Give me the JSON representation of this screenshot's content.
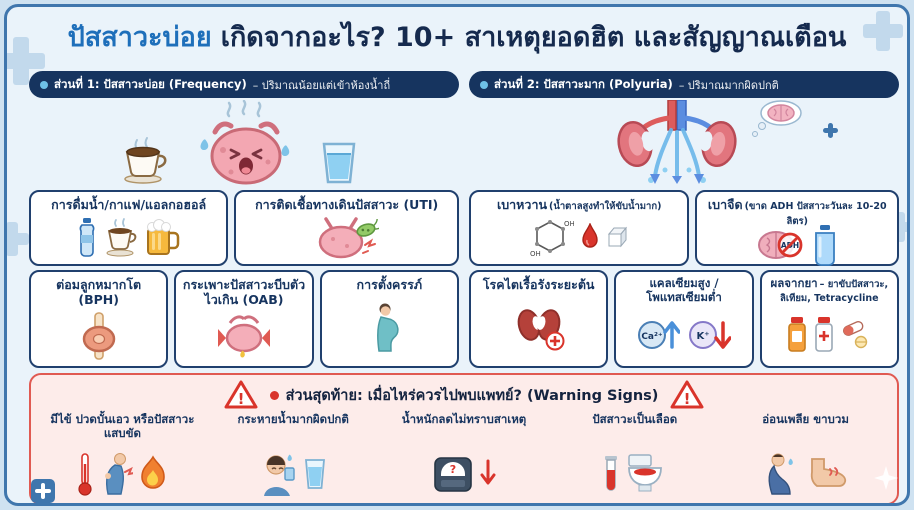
{
  "title": {
    "highlight": "ปัสสาวะบ่อย",
    "rest": "เกิดจากอะไร? 10+ สาเหตุยอดฮิต และสัญญาณเตือน"
  },
  "section1": {
    "header_bold": "ส่วนที่ 1: ปัสสาวะบ่อย (Frequency)",
    "header_rest": "– ปริมาณน้อยแต่เข้าห้องน้ำถี่",
    "cards": [
      {
        "label": "การดื่มน้ำ/กาแฟ/แอลกอฮอล์"
      },
      {
        "label": "การติดเชื้อทางเดินปัสสาวะ (UTI)"
      },
      {
        "label": "ต่อมลูกหมากโต (BPH)"
      },
      {
        "label": "กระเพาะปัสสาวะบีบตัวไวเกิน (OAB)"
      },
      {
        "label": "การตั้งครรภ์"
      }
    ]
  },
  "section2": {
    "header_bold": "ส่วนที่ 2: ปัสสาวะมาก (Polyuria)",
    "header_rest": "– ปริมาณมากผิดปกติ",
    "cards": [
      {
        "label": "เบาหวาน",
        "sub": "(น้ำตาลสูงทำให้ขับน้ำมาก)"
      },
      {
        "label": "เบาจืด",
        "sub": "(ขาด ADH ปัสสาวะวันละ 10-20 ลิตร)"
      },
      {
        "label": "โรคไตเรื้อรังระยะต้น"
      },
      {
        "label": "แคลเซียมสูง / โพแทสเซียมต่ำ"
      },
      {
        "label": "ผลจากยา",
        "sub": "– ยาขับปัสสาวะ, ลิเทียม, Tetracycline"
      }
    ],
    "icon_labels": {
      "ca": "Ca²⁺",
      "k": "K⁺",
      "adh": "ADH",
      "oh": "OH"
    }
  },
  "warning": {
    "header": "ส่วนสุดท้าย: เมื่อไหร่ควรไปพบแพทย์? (Warning Signs)",
    "exclamation": "!",
    "question_mark": "?",
    "items": [
      {
        "label": "มีไข้ ปวดบั้นเอว หรือปัสสาวะแสบขัด"
      },
      {
        "label": "กระหายน้ำมากผิดปกติ"
      },
      {
        "label": "น้ำหนักลดไม่ทราบสาเหตุ"
      },
      {
        "label": "ปัสสาวะเป็นเลือด"
      },
      {
        "label": "อ่อนเพลีย ขาบวม"
      }
    ]
  },
  "colors": {
    "accent_blue": "#1e6fba",
    "navy": "#16345f",
    "warning_red": "#d9342b",
    "warning_bg": "#fdecea",
    "frame_blue": "#3f76ad"
  }
}
